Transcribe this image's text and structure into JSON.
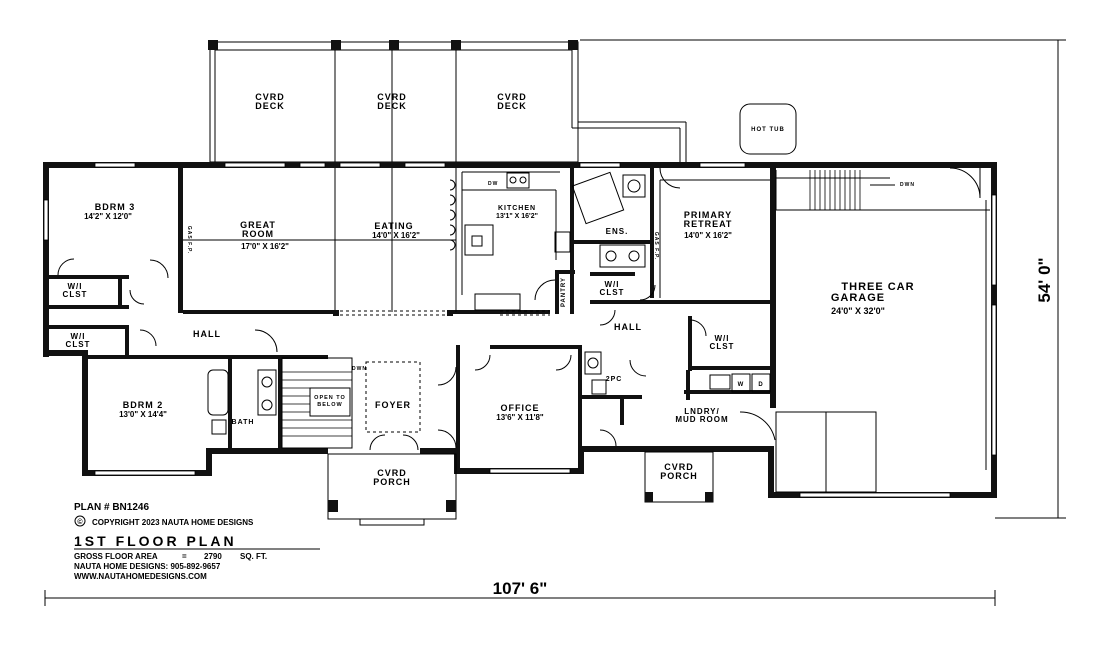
{
  "rooms": {
    "cvrd_deck_1": "CVRD\nDECK",
    "cvrd_deck_2": "CVRD\nDECK",
    "cvrd_deck_3": "CVRD\nDECK",
    "hot_tub": "HOT TUB",
    "bdrm3": {
      "name": "BDRM 3",
      "dim": "14'2\" X 12'0\""
    },
    "great_room": {
      "name": "GREAT\nROOM",
      "dim": "17'0\" X 16'2\""
    },
    "eating": {
      "name": "EATING",
      "dim": "14'0\" X 16'2\""
    },
    "kitchen": {
      "name": "KITCHEN",
      "dim": "13'1\" X 16'2\""
    },
    "ens": "ENS.",
    "primary_retreat": {
      "name": "PRIMARY\nRETREAT",
      "dim": "14'0\" X 16'2\""
    },
    "garage": {
      "name": "THREE CAR\nGARAGE",
      "dim": "24'0\" X 32'0\""
    },
    "wic_bdrm3": "W/I\nCLST",
    "wic_bdrm2": "W/I\nCLST",
    "wic_primary": "W/I\nCLST",
    "wic_garage": "W/I\nCLST",
    "hall_left": "HALL",
    "hall_right": "HALL",
    "pantry": "PANTRY",
    "bdrm2": {
      "name": "BDRM 2",
      "dim": "13'0\" X 14'4\""
    },
    "bath": "BATH",
    "open_to_below": "OPEN TO\nBELOW",
    "foyer": "FOYER",
    "office": {
      "name": "OFFICE",
      "dim": "13'6\" X 11'8\""
    },
    "two_pc": "2PC",
    "laundry": "LNDRY/\nMUD ROOM",
    "cvrd_porch_main": "CVRD\nPORCH",
    "cvrd_porch_side": "CVRD\nPORCH",
    "dwn_stair": "DWN",
    "dwn_garage": "DWN",
    "gas_fp_1": "GAS F.P.",
    "gas_fp_2": "GAS F.P.",
    "dw": "DW",
    "washer": "W",
    "dryer": "D"
  },
  "dimensions": {
    "width": "107' 6\"",
    "depth": "54' 0\""
  },
  "info": {
    "plan": "PLAN # BN1246",
    "copyright_symbol": "©",
    "copyright": "COPYRIGHT 2023 NAUTA HOME DESIGNS",
    "title": "1ST FLOOR PLAN",
    "gross_area_label": "GROSS FLOOR AREA",
    "gross_area_eq": "=",
    "gross_area_value": "2790",
    "gross_area_unit": "SQ. FT.",
    "phone": "NAUTA HOME DESIGNS:  905-892-9657",
    "website": "WWW.NAUTAHOMEDESIGNS.COM"
  }
}
